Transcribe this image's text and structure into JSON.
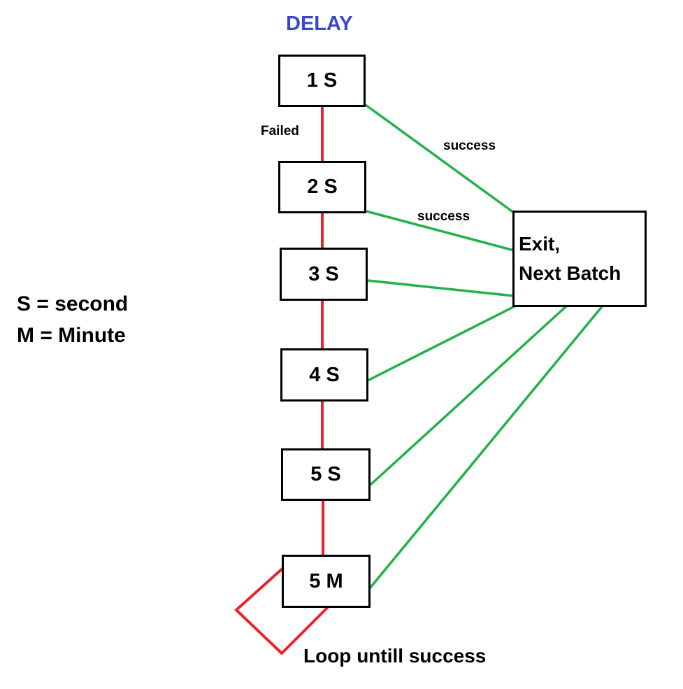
{
  "title": "DELAY",
  "nodes": {
    "n1": "1 S",
    "n2": "2 S",
    "n3": "3 S",
    "n4": "4 S",
    "n5": "5 S",
    "n6": "5 M",
    "exit_line1": "Exit,",
    "exit_line2": "Next Batch"
  },
  "edge_labels": {
    "failed": "Failed",
    "success_1": "success",
    "success_2": "success"
  },
  "legend": {
    "s": "S = second",
    "m": "M = Minute"
  },
  "loop_label": "Loop untill success",
  "colors": {
    "failure_edge": "#e8242b",
    "success_edge": "#22b14c",
    "title": "#3b47c7",
    "node_border": "#000000"
  }
}
